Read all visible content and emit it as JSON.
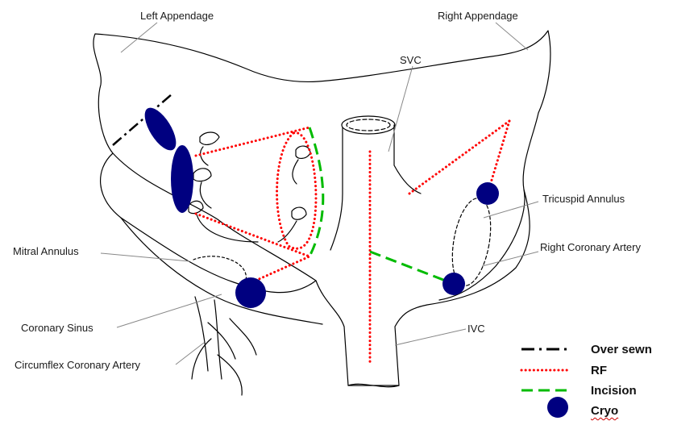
{
  "labels": {
    "left_appendage": "Left Appendage",
    "right_appendage": "Right Appendage",
    "svc": "SVC",
    "tricuspid_annulus": "Tricuspid Annulus",
    "right_coronary_artery": "Right Coronary Artery",
    "mitral_annulus": "Mitral Annulus",
    "coronary_sinus": "Coronary Sinus",
    "circumflex_coronary_artery": "Circumflex Coronary Artery",
    "ivc": "IVC"
  },
  "legend": {
    "items": [
      {
        "key": "over_sewn",
        "label": "Over sewn",
        "style": "dash-dot",
        "color": "#000000"
      },
      {
        "key": "rf",
        "label": "RF",
        "style": "dotted",
        "color": "#ff0000"
      },
      {
        "key": "incision",
        "label": "Incision",
        "style": "dashed",
        "color": "#00bb00"
      },
      {
        "key": "cryo",
        "label": "Cryo",
        "style": "filled-circle",
        "color": "#000080"
      }
    ]
  },
  "colors": {
    "outline": "#000000",
    "rf": "#ff0000",
    "incision": "#00bb00",
    "cryo": "#000080",
    "leader": "#888888"
  }
}
